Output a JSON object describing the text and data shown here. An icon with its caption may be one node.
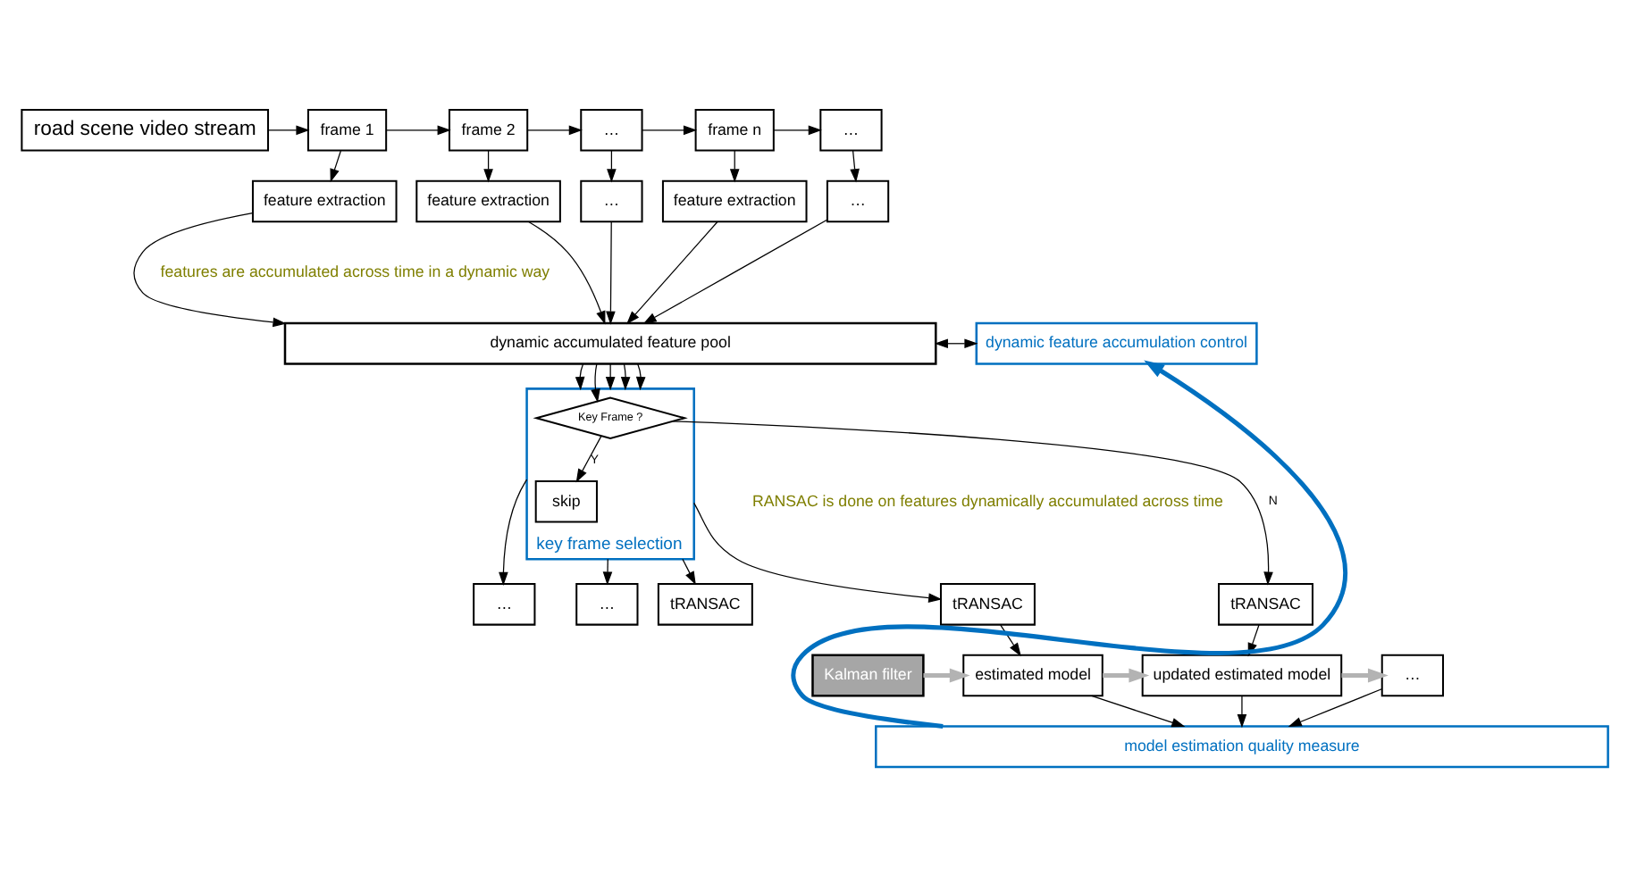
{
  "diagram": {
    "nodes": [
      {
        "text": [
          "road scene video stream"
        ]
      },
      {
        "text": [
          "frame 1"
        ]
      },
      {
        "text": [
          "frame 2"
        ]
      },
      {
        "text": [
          "…"
        ]
      },
      {
        "text": [
          "frame n"
        ]
      },
      {
        "text": [
          "…"
        ]
      },
      {
        "text": [
          "feature extraction"
        ]
      },
      {
        "text": [
          "feature extraction"
        ]
      },
      {
        "text": [
          "…"
        ]
      },
      {
        "text": [
          "feature extraction"
        ]
      },
      {
        "text": [
          "…"
        ]
      },
      {
        "text": [
          "dynamic feature accumulation control"
        ]
      },
      {
        "text": [
          "dynamic accumulated feature pool"
        ]
      },
      {
        "text": [
          "key frame selection"
        ]
      },
      {
        "text": [
          "Key Frame ?"
        ],
        "in": 13
      },
      {
        "text": [
          "skip"
        ],
        "in": 13
      },
      {
        "text": [
          "tRANSAC"
        ]
      },
      {
        "text": [
          "tRANSAC"
        ]
      },
      {
        "text": [
          "…"
        ]
      },
      {
        "text": [
          "tRANSAC"
        ]
      },
      {
        "text": [
          "…"
        ]
      },
      {
        "text": [
          "Kalman filter"
        ]
      },
      {
        "text": [
          "estimated model"
        ]
      },
      {
        "text": [
          "updated estimated model"
        ]
      },
      {
        "text": [
          "…"
        ]
      },
      {
        "text": [
          "model estimation quality measure"
        ]
      }
    ],
    "edges": [
      {
        "from": 0,
        "to": 1,
        "arrow": "to"
      },
      {
        "from": 1,
        "to": 2,
        "arrow": "to"
      },
      {
        "from": 2,
        "to": 3,
        "arrow": "to"
      },
      {
        "from": 3,
        "to": 4,
        "arrow": "to"
      },
      {
        "from": 4,
        "to": 5,
        "arrow": "to"
      },
      {
        "from": 1,
        "to": 6,
        "arrow": "to"
      },
      {
        "from": 2,
        "to": 7,
        "arrow": "to"
      },
      {
        "from": 3,
        "to": 8,
        "arrow": "to"
      },
      {
        "from": 4,
        "to": 9,
        "arrow": "to"
      },
      {
        "from": 5,
        "to": 10,
        "arrow": "to"
      },
      {
        "from": 6,
        "to": 12,
        "arrow": "to"
      },
      {
        "from": 7,
        "to": 12,
        "arrow": "to"
      },
      {
        "from": 8,
        "to": 12,
        "arrow": "to"
      },
      {
        "from": 9,
        "to": 12,
        "arrow": "to"
      },
      {
        "from": 10,
        "to": 12,
        "arrow": "to"
      },
      {
        "from": 11,
        "to": 12,
        "arrow": "both"
      },
      {
        "from": 12,
        "to": 13,
        "arrow": "to"
      },
      {
        "from": 12,
        "to": 14,
        "arrow": "to"
      },
      {
        "from": 12,
        "to": 13,
        "arrow": "to"
      },
      {
        "from": 12,
        "to": 13,
        "arrow": "to"
      },
      {
        "from": 12,
        "to": 13,
        "arrow": "to"
      },
      {
        "from": 14,
        "to": 15,
        "arrow": "to",
        "label": "Y"
      },
      {
        "from": 13,
        "to": 16,
        "arrow": "to"
      },
      {
        "from": 14,
        "to": 17,
        "arrow": "to",
        "label": "N"
      },
      {
        "from": 13,
        "to": 18,
        "arrow": "to"
      },
      {
        "from": 13,
        "to": 19,
        "arrow": "to"
      },
      {
        "from": 13,
        "to": 20,
        "arrow": "to"
      },
      {
        "from": 16,
        "to": 22,
        "arrow": "to"
      },
      {
        "from": 17,
        "to": 23,
        "arrow": "to"
      },
      {
        "from": 21,
        "to": 22,
        "arrow": "to",
        "style": "thick",
        "color": "#b3b3b3"
      },
      {
        "from": 22,
        "to": 23,
        "arrow": "to",
        "style": "thick",
        "color": "#b3b3b3"
      },
      {
        "from": 23,
        "to": 24,
        "arrow": "to",
        "style": "thick",
        "color": "#b3b3b3"
      },
      {
        "from": 22,
        "to": 25,
        "arrow": "to"
      },
      {
        "from": 23,
        "to": 25,
        "arrow": "to"
      },
      {
        "from": 24,
        "to": 25,
        "arrow": "to"
      },
      {
        "from": 25,
        "to": 11,
        "arrow": "to",
        "style": "thick",
        "color": "#0070c0"
      }
    ],
    "labels": [
      "features are accumulated across time in a dynamic way",
      "RANSAC is done on features dynamically accumulated across time"
    ]
  }
}
